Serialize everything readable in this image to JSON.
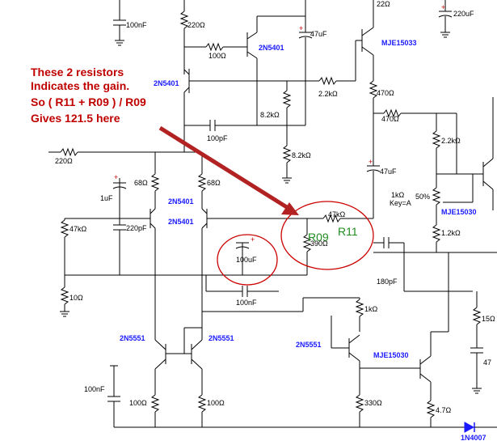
{
  "annotation": {
    "lines": [
      "These 2 resistors",
      "Indicates the gain.",
      "So ( R11 + R09 ) / R09",
      "Gives 121.5 here"
    ]
  },
  "callouts": {
    "r11": "R11",
    "r09": "R09"
  },
  "labels": {
    "c_100nF_top": "100nF",
    "r_220_top": "220Ω",
    "r_100": "100Ω",
    "q_2n5401_top": "2N5401",
    "c_47uF_top": "47uF",
    "r_22": "22Ω",
    "c_220uF": "220uF",
    "q_mje15033": "MJE15033",
    "q_2n5401_mid": "2N5401",
    "r_2_2k_mid": "2.2kΩ",
    "r_470_a": "470Ω",
    "r_470_b": "470Ω",
    "r_8_2k_a": "8.2kΩ",
    "r_8_2k_b": "8.2kΩ",
    "c_100pF": "100pF",
    "r_2_2k_right": "2.2kΩ",
    "r_220_left": "220Ω",
    "r_68_a": "68Ω",
    "r_68_b": "68Ω",
    "c_47uF_mid": "47uF",
    "c_1uF": "1uF",
    "q_2n5401_a": "2N5401",
    "q_2n5401_b": "2N5401",
    "pot": "1kΩ",
    "pot_key": "Key=A",
    "pot_pct": "50%",
    "q_mje15030_top": "MJE15030",
    "r_47k_r11": "47kΩ",
    "r_390_r09": "390Ω",
    "r_47k_left": "47kΩ",
    "c_220pF": "220pF",
    "r_1_2k": "1.2kΩ",
    "c_100uF": "100uF",
    "c_180pF": "180pF",
    "r_10": "10Ω",
    "c_100nF_mid": "100nF",
    "r_1k": "1kΩ",
    "r_15": "15Ω",
    "q_2n5551_a": "2N5551",
    "q_2n5551_b": "2N5551",
    "q_2n5551_c": "2N5551",
    "q_mje15030_bot": "MJE15030",
    "r_47_right": "47",
    "c_100nF_bot": "100nF",
    "r_100_a": "100Ω",
    "r_100_b": "100Ω",
    "r_330": "330Ω",
    "r_4_7": "4.7Ω",
    "d_1n4007": "1N4007"
  }
}
